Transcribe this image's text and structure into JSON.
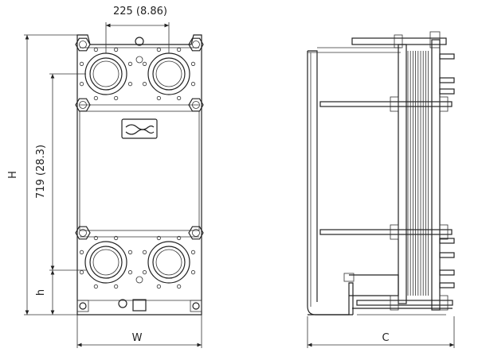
{
  "labels": {
    "port_spacing": "225 (8.86)",
    "inner_height": "719 (28.3)",
    "height": "H",
    "port_height": "h",
    "width": "W",
    "depth": "C"
  },
  "colors": {
    "line": "#222222",
    "background": "#ffffff"
  }
}
